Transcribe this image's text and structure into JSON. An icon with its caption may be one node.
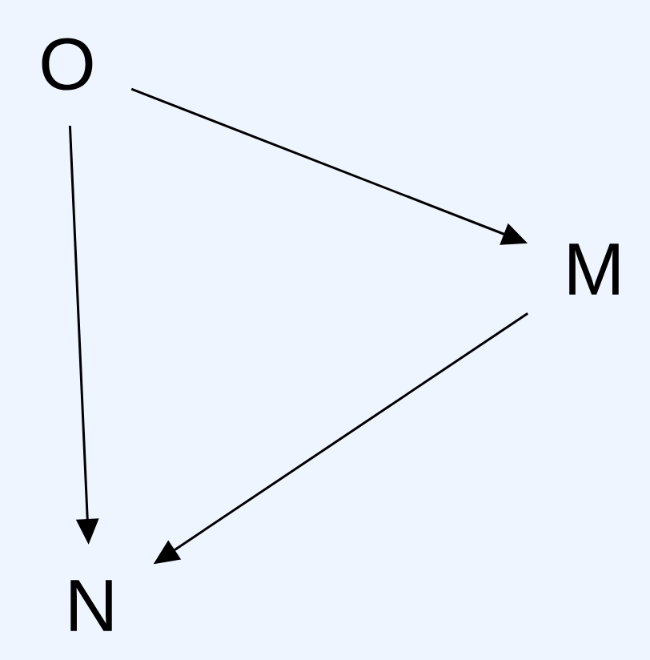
{
  "diagram": {
    "nodes": [
      {
        "text": [
          "O"
        ]
      },
      {
        "text": [
          "M"
        ]
      },
      {
        "text": [
          "N"
        ]
      }
    ],
    "edges": [
      {
        "from": 0,
        "to": 1,
        "arrow": "to"
      },
      {
        "from": 0,
        "to": 2,
        "arrow": "to"
      },
      {
        "from": 1,
        "to": 2,
        "arrow": "to"
      }
    ]
  }
}
